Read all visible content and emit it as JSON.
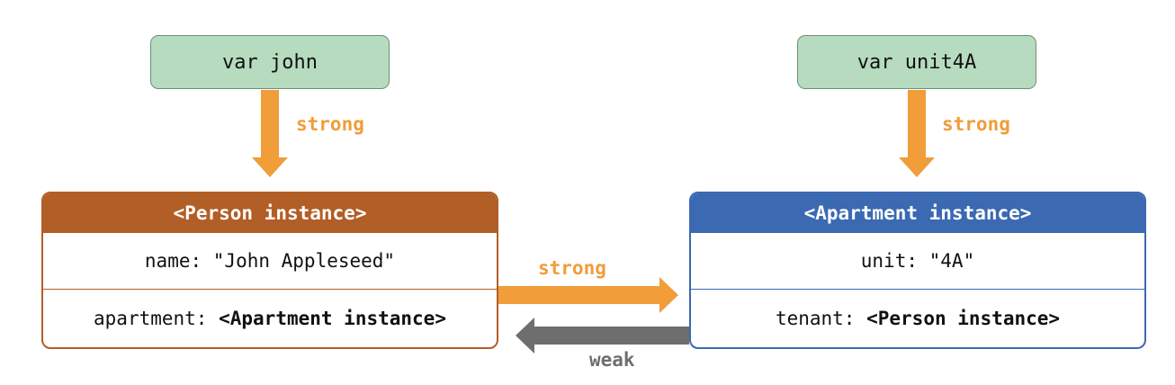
{
  "variables": {
    "john": "var john",
    "unit4a": "var unit4A"
  },
  "person": {
    "header": "<Person instance>",
    "name_key": "name:",
    "name_value": "\"John Appleseed\"",
    "apartment_key": "apartment:",
    "apartment_value": "<Apartment instance>"
  },
  "apartment": {
    "header": "<Apartment instance>",
    "unit_key": "unit:",
    "unit_value": "\"4A\"",
    "tenant_key": "tenant:",
    "tenant_value": "<Person instance>"
  },
  "references": {
    "john_to_person": "strong",
    "unit4a_to_apartment": "strong",
    "person_to_apartment": "strong",
    "apartment_to_person": "weak"
  },
  "colors": {
    "variable_fill": "#b6dbbf",
    "person": "#b15e27",
    "apartment": "#3b69b2",
    "strong": "#f09d3a",
    "weak": "#6e6e6e"
  }
}
